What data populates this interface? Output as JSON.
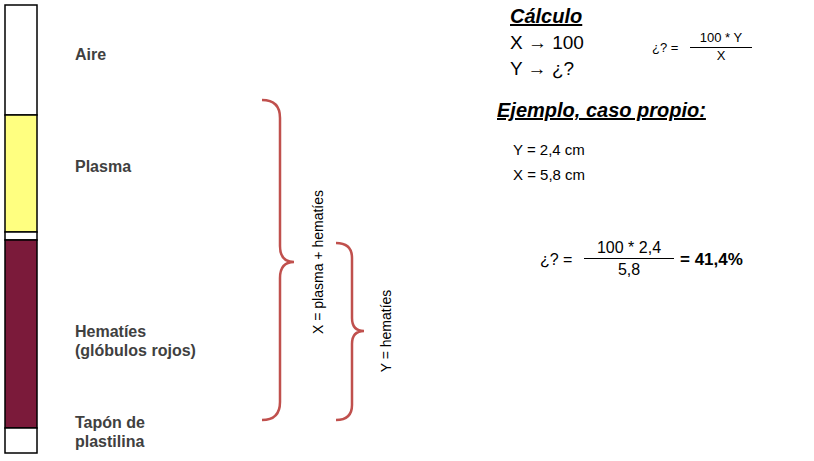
{
  "diagram": {
    "labels": [
      "Aire",
      "Plasma",
      "Hematíes (glóbulos rojos)",
      "Tapón de plastilina",
      "X = plasma + hematíes",
      "Y = hematíes",
      "Cálculo",
      "X → 100",
      "Y → ¿?",
      "¿? =",
      "100 * Y",
      "X",
      "Ejemplo, caso propio:",
      "Y = 2,4 cm",
      "X = 5,8 cm",
      "¿? =",
      "100 * 2,4",
      "5,8",
      "= 41,4%"
    ]
  }
}
